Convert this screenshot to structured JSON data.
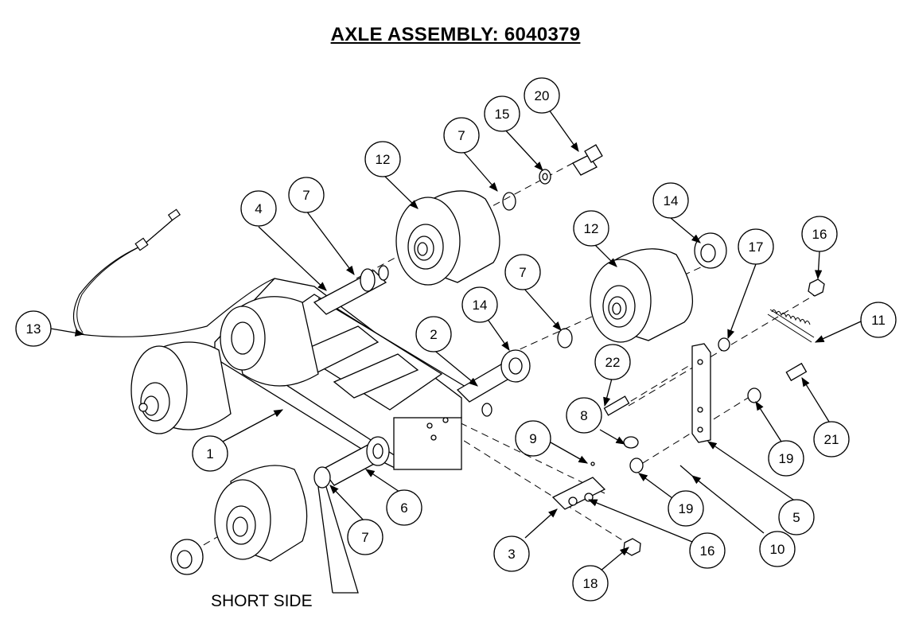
{
  "title": "AXLE  ASSEMBLY: 6040379",
  "short_side_label": "SHORT SIDE",
  "callouts": [
    {
      "id": "c1",
      "label": "1"
    },
    {
      "id": "c2",
      "label": "2"
    },
    {
      "id": "c3",
      "label": "3"
    },
    {
      "id": "c4",
      "label": "4"
    },
    {
      "id": "c5",
      "label": "5"
    },
    {
      "id": "c6",
      "label": "6"
    },
    {
      "id": "c7a",
      "label": "7"
    },
    {
      "id": "c7b",
      "label": "7"
    },
    {
      "id": "c7c",
      "label": "7"
    },
    {
      "id": "c7d",
      "label": "7"
    },
    {
      "id": "c8",
      "label": "8"
    },
    {
      "id": "c9",
      "label": "9"
    },
    {
      "id": "c10",
      "label": "10"
    },
    {
      "id": "c11",
      "label": "11"
    },
    {
      "id": "c12a",
      "label": "12"
    },
    {
      "id": "c12b",
      "label": "12"
    },
    {
      "id": "c13",
      "label": "13"
    },
    {
      "id": "c14a",
      "label": "14"
    },
    {
      "id": "c14b",
      "label": "14"
    },
    {
      "id": "c15",
      "label": "15"
    },
    {
      "id": "c16a",
      "label": "16"
    },
    {
      "id": "c16b",
      "label": "16"
    },
    {
      "id": "c17",
      "label": "17"
    },
    {
      "id": "c18",
      "label": "18"
    },
    {
      "id": "c19a",
      "label": "19"
    },
    {
      "id": "c19b",
      "label": "19"
    },
    {
      "id": "c20",
      "label": "20"
    },
    {
      "id": "c21",
      "label": "21"
    },
    {
      "id": "c22",
      "label": "22"
    }
  ]
}
